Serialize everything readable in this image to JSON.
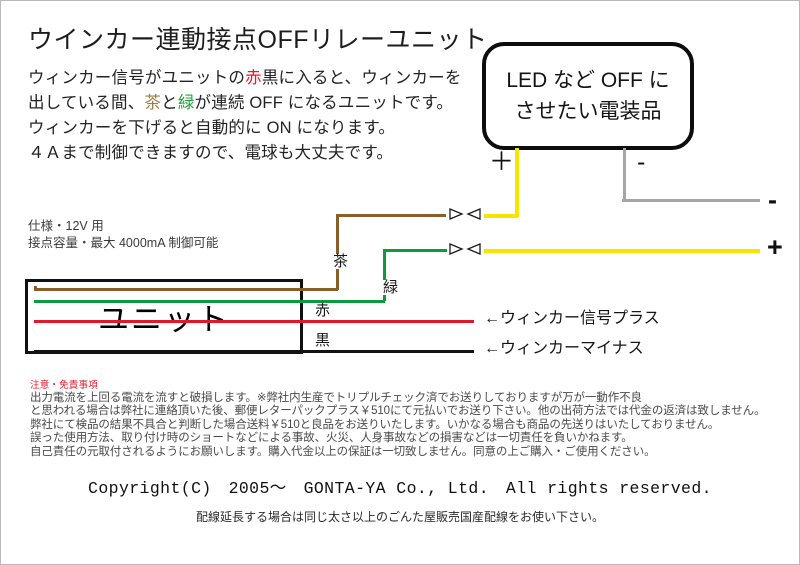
{
  "title": "ウインカー連動接点OFFリレーユニット",
  "description": {
    "line1": {
      "a": "ウィンカー信号がユニットの",
      "red": "赤",
      "b": "黒",
      "c": "に入ると、ウィンカーを"
    },
    "line2": {
      "a": "出している間、",
      "brown": "茶",
      "b": "と",
      "green": "緑",
      "c": "が連続 OFF になるユニットです。"
    },
    "line3": "ウィンカーを下げると自動的に ON になります。",
    "line4": "４Ａまで制御できますので、電球も大丈夫です。"
  },
  "led_box": {
    "line1": "LED など OFF に",
    "line2": "させたい電装品",
    "plus_terminal": "＋",
    "minus_terminal": "-"
  },
  "right_terminals": {
    "minus": "-",
    "plus": "+"
  },
  "spec": {
    "line1": "仕様・12V 用",
    "line2": "接点容量・最大 4000mA 制御可能"
  },
  "unit": {
    "label": "ユニット"
  },
  "wire_labels": {
    "brown": "茶",
    "green": "緑",
    "red": "赤",
    "black": "黒"
  },
  "signal_labels": {
    "plus": "←ウィンカー信号プラス",
    "minus": "←ウィンカーマイナス"
  },
  "disclaimer": {
    "heading": "注意・免責事項",
    "lines": [
      "出力電流を上回る電流を流すと破損します。※弊社内生産でトリプルチェック済でお送りしておりますが万が一動作不良",
      "と思われる場合は弊社に連絡頂いた後、郵便レターパックプラス￥510にて元払いでお送り下さい。他の出荷方法では代金の返済は致しません。",
      "弊社にて検品の結果不具合と判断した場合送料￥510と良品をお送りいたします。いかなる場合も商品の先送りはいたしておりません。",
      "誤った使用方法、取り付け時のショートなどによる事故、火災、人身事故などの損害などは一切責任を負いかねます。",
      "自己責任の元取付されるようにお願いします。購入代金以上の保証は一切致しません。同意の上ご購入・ご使用ください。"
    ]
  },
  "copyright": "Copyright(C)　2005～　GONTA-YA Co., Ltd.　All rights reserved.",
  "bottom_note": "配線延長する場合は同じ太さ以上のごんた屋販売国産配線をお使い下さい。",
  "colors": {
    "red": "#e2172a",
    "brown": "#8b5e28",
    "green": "#0c9b3e",
    "black": "#121212",
    "yellow": "#f7e500",
    "gray": "#a6a6a6",
    "warning": "#e8192c"
  }
}
